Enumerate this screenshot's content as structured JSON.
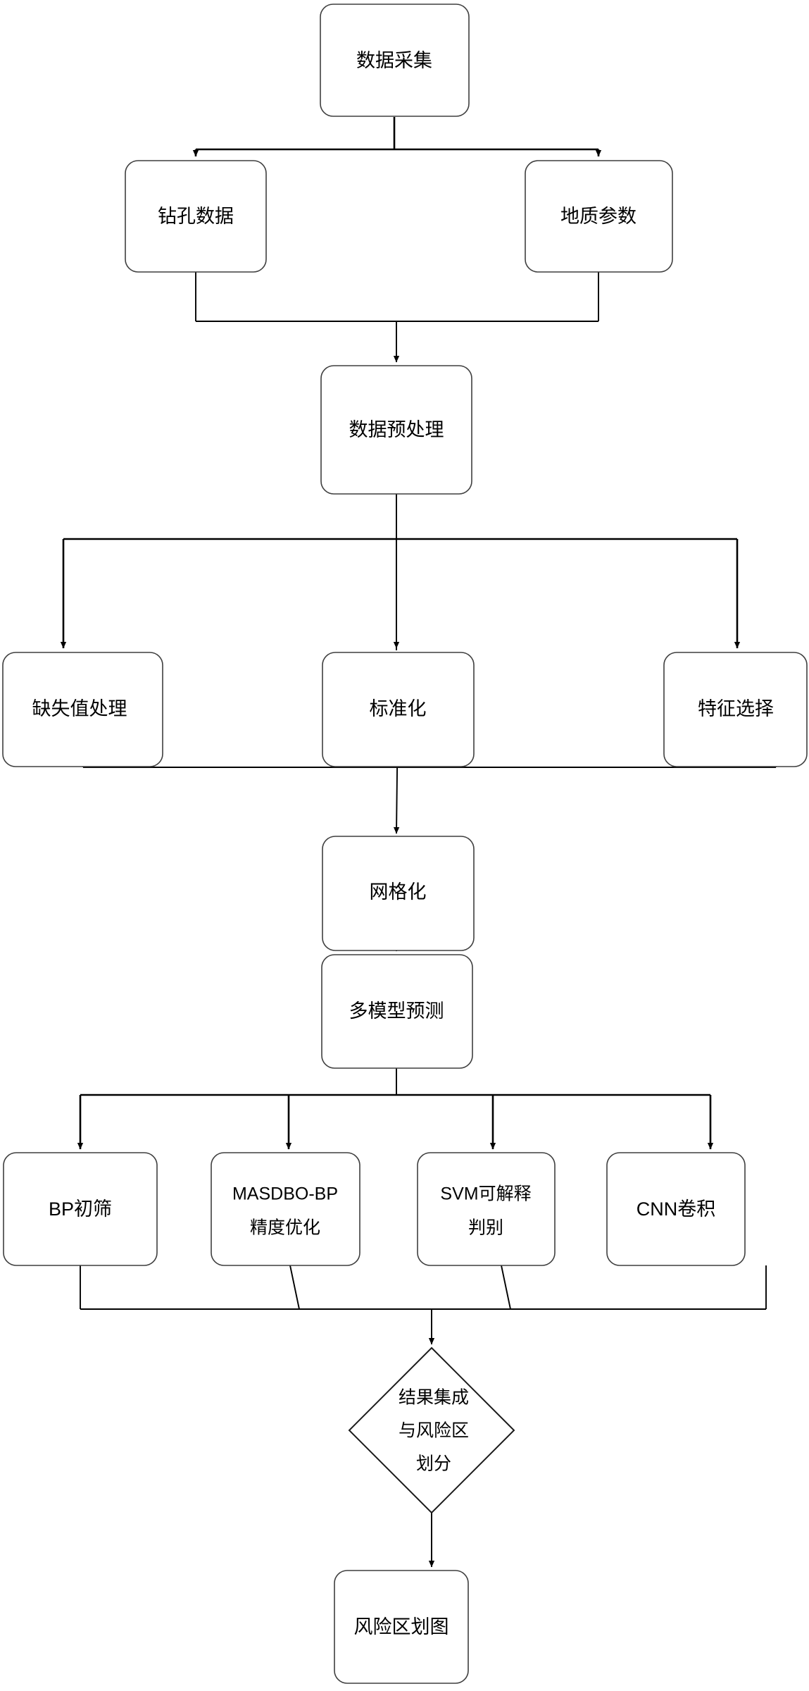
{
  "diagram": {
    "type": "flowchart",
    "orientation": "top-to-bottom",
    "background_color": "#ffffff",
    "line_color": "#000000",
    "node_fill": "#ffffff",
    "node_stroke": "#3f3f3f",
    "nodes": {
      "data_collection": "数据采集",
      "borehole_data": "钻孔数据",
      "geological_parameters": "地质参数",
      "data_preprocessing": "数据预处理",
      "missing_value_handling": "缺失值处理",
      "standardization": "标准化",
      "feature_selection": "特征选择",
      "gridding": "网格化",
      "multi_model_prediction": "多模型预测",
      "bp_screening": "BP初筛",
      "masdbo_bp_line1": "MASDBO-BP",
      "masdbo_bp_line2": "精度优化",
      "svm_line1": "SVM可解释",
      "svm_line2": "判别",
      "cnn_convolution": "CNN卷积",
      "result_integration_line1": "结果集成",
      "result_integration_line2": "与风险区",
      "result_integration_line3": "划分",
      "risk_zoning_map": "风险区划图"
    }
  }
}
